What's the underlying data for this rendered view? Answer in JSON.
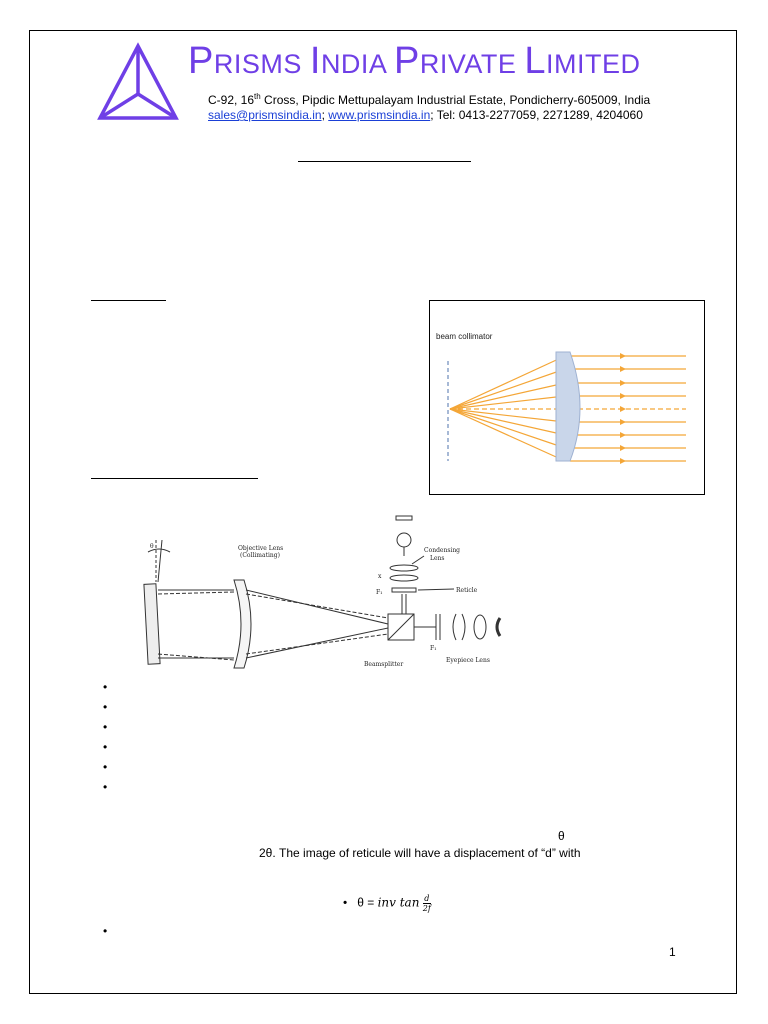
{
  "header": {
    "company_name_parts": [
      {
        "big": "P",
        "small": "RISMS "
      },
      {
        "big": "I",
        "small": "NDIA "
      },
      {
        "big": "P",
        "small": "RIVATE "
      },
      {
        "big": "L",
        "small": "IMITED"
      }
    ],
    "address_pre": "C-92, 16",
    "address_sup": "th",
    "address_post": " Cross, Pipdic Mettupalayam Industrial Estate, Pondicherry-605009, India",
    "email": "sales@prismsindia.in",
    "website": "www.prismsindia.in",
    "tel": "Tel: 0413-2277059, 2271289, 4204060"
  },
  "figure1": {
    "label": "beam collimator"
  },
  "figure2": {
    "labels": {
      "theta": "θ",
      "objective": "Objective Lens",
      "objective_sub": "(Collimating)",
      "condensing": "Condensing",
      "condensing_sub": "Lens",
      "x": "x",
      "f1": "F₁",
      "reticle": "Reticle",
      "f1b": "F₁",
      "beamsplitter": "Beamsplitter",
      "eyepiece": "Eyepiece Lens"
    }
  },
  "body": {
    "bullet_char": "•",
    "theta_symbol": "θ",
    "line": "2θ. The image of reticule will have a displacement of “d” with",
    "formula_prefix": "θ = ",
    "formula_fn": "inv tan",
    "formula_num": "d",
    "formula_den": "2f"
  },
  "page_number": "1",
  "colors": {
    "brand": "#6f3fe6",
    "link": "#1a3fd6",
    "ray": "#f4a637",
    "lens": "#c9d6ea"
  }
}
